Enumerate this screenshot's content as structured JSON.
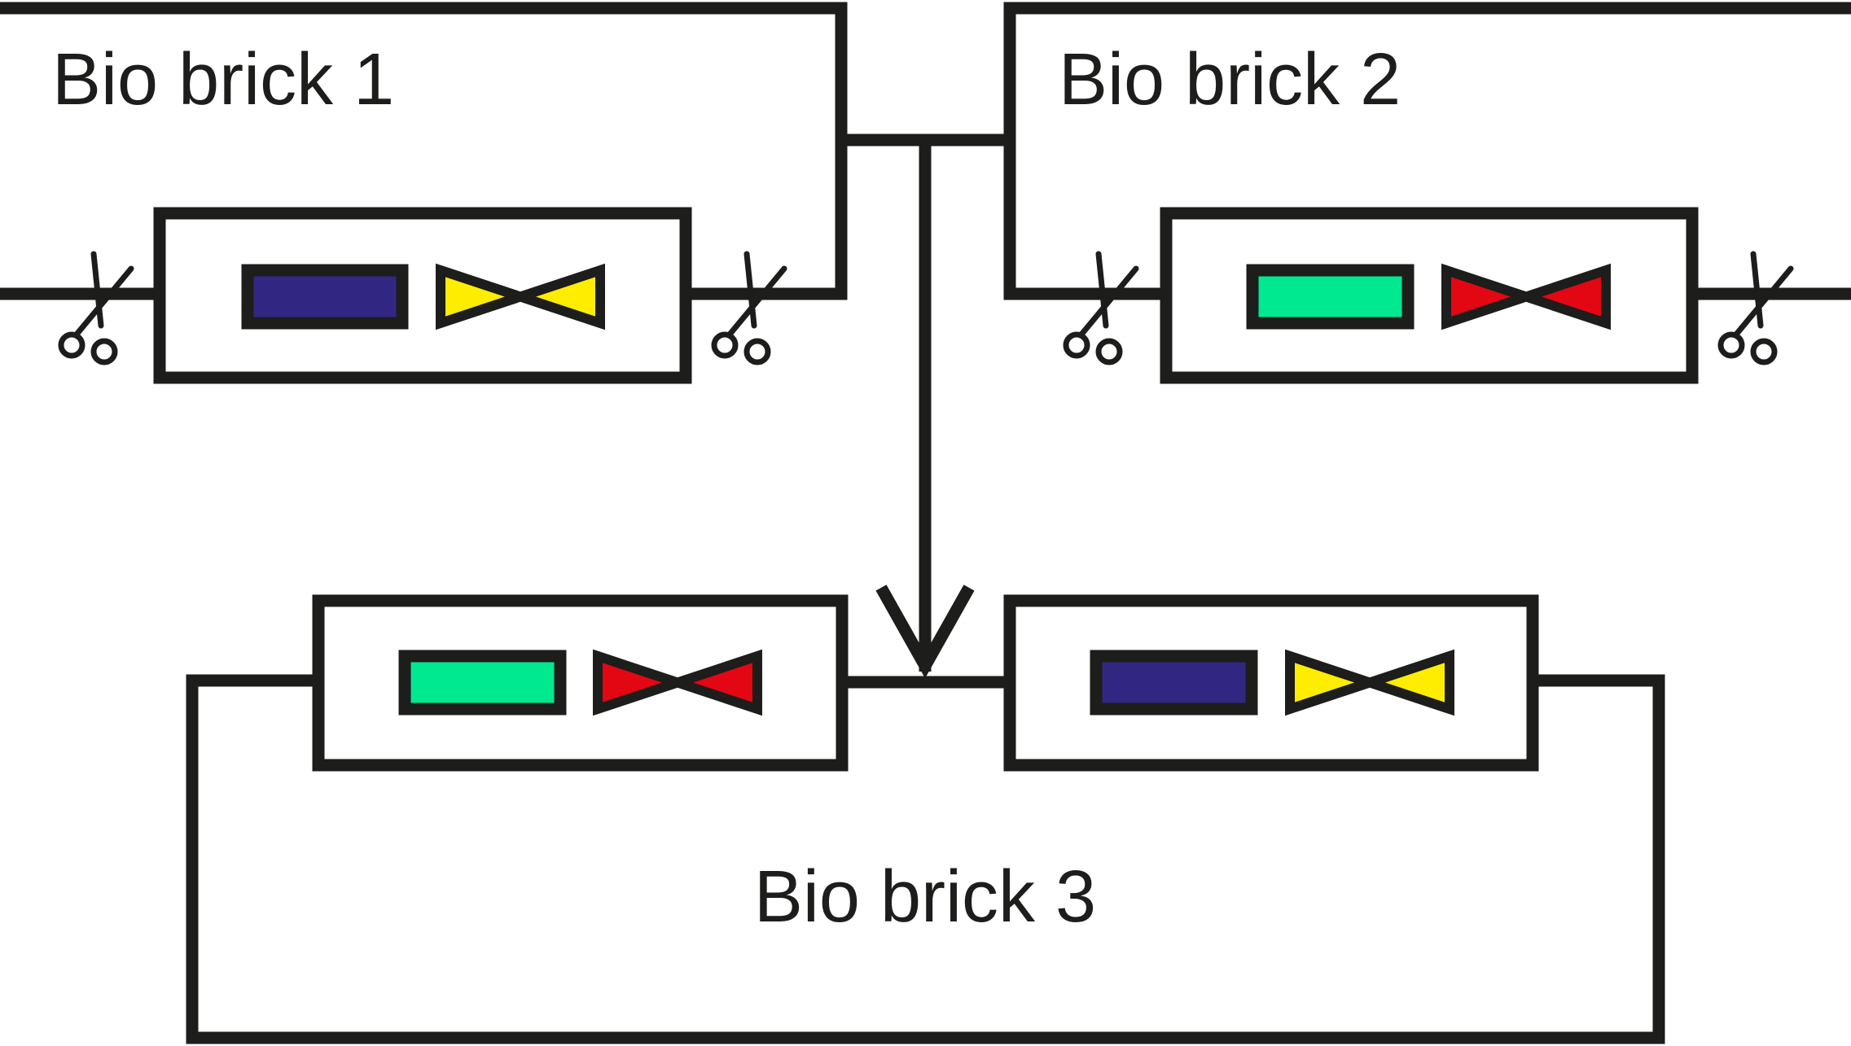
{
  "labels": {
    "brick1": "Bio brick 1",
    "brick2": "Bio brick 2",
    "brick3": "Bio brick 3"
  },
  "colors": {
    "line": "#1d1d1b",
    "background": "#ffffff",
    "navy": "#312783",
    "green": "#00e890",
    "red": "#e30613",
    "yellow": "#ffed00"
  },
  "icons": {
    "cut_site": "scissors-icon",
    "part_bar": "gene-bar-icon",
    "part_bowtie": "bowtie-marker-icon",
    "flow": "arrow-down-icon"
  }
}
